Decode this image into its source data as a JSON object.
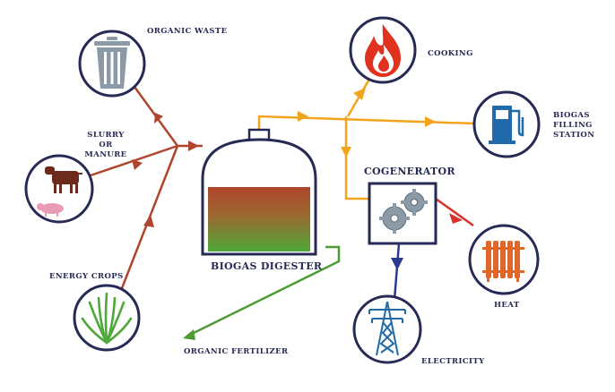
{
  "labels": {
    "organic_waste": "ORGANIC WASTE",
    "slurry_l1": "SLURRY",
    "slurry_l2": "OR",
    "slurry_l3": "MANURE",
    "energy_crops": "ENERGY CROPS",
    "biogas_digester": "BIOGAS DIGESTER",
    "organic_fertilizer": "ORGANIC FERTILIZER",
    "cooking": "COOKING",
    "filling_l1": "BIOGAS",
    "filling_l2": "FILLING",
    "filling_l3": "STATION",
    "cogenerator": "COGENERATOR",
    "heat": "HEAT",
    "electricity": "ELECTRICITY"
  },
  "icons": {
    "organic_waste": "trash-can-icon",
    "livestock": "cow-and-pig-icon",
    "energy_crops": "grass-plant-icon",
    "cooking": "flame-icon",
    "filling_station": "fuel-pump-icon",
    "cogenerator": "gears-icon",
    "heat": "radiator-icon",
    "electricity": "power-pylon-icon"
  },
  "colors": {
    "circle_border": "#262a54",
    "input_arrows": "#b0442c",
    "biogas_arrows": "#f2a41c",
    "heat_arrow": "#d8322a",
    "electricity_arrow": "#2b3a8f",
    "fertilizer_arrow": "#4e9a35",
    "digester_top": "#b0442c",
    "digester_bottom": "#4ea83a"
  }
}
